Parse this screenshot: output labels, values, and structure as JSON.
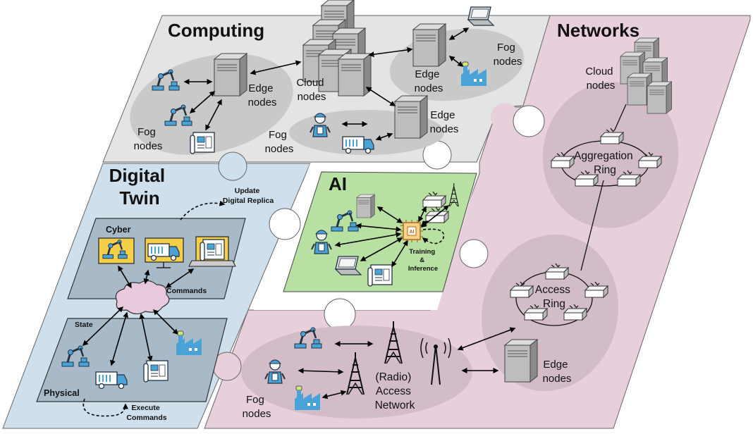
{
  "sections": {
    "computing": "Computing",
    "networks": "Networks",
    "digital_twin_line1": "Digital",
    "digital_twin_line2": "Twin",
    "ai": "AI"
  },
  "computing": {
    "fog_left": [
      "Fog",
      "nodes"
    ],
    "edge_left": [
      "Edge",
      "nodes"
    ],
    "cloud": [
      "Cloud",
      "nodes"
    ],
    "edge_top_right": [
      "Edge",
      "nodes"
    ],
    "fog_top_right": [
      "Fog",
      "nodes"
    ],
    "fog_center": [
      "Fog",
      "nodes"
    ],
    "edge_center": [
      "Edge",
      "nodes"
    ]
  },
  "networks": {
    "cloud": [
      "Cloud",
      "nodes"
    ],
    "aggregation": [
      "Aggregation",
      "Ring"
    ],
    "access": [
      "Access",
      "Ring"
    ],
    "edge": [
      "Edge",
      "nodes"
    ],
    "ran": [
      "(Radio)",
      "Access",
      "Network"
    ],
    "fog": [
      "Fog",
      "nodes"
    ]
  },
  "digital_twin": {
    "update": [
      "Update",
      "Digital Replica"
    ],
    "cyber": "Cyber",
    "commands": "Commands",
    "state": "State",
    "physical": "Physical",
    "execute": [
      "Execute",
      "Commands"
    ]
  },
  "ai": {
    "training": [
      "Training",
      "&",
      "Inference"
    ],
    "chip": "AI"
  },
  "colors": {
    "computing_bg": "#e4e4e4",
    "networks_bg": "#e8cfdc",
    "digital_twin_bg": "#cfe0ec",
    "ai_bg": "#b9e0a3",
    "ellipse_gray": "#c9c9c9",
    "server": "#b3b3b3",
    "icon_blue": "#4aa3d6"
  }
}
